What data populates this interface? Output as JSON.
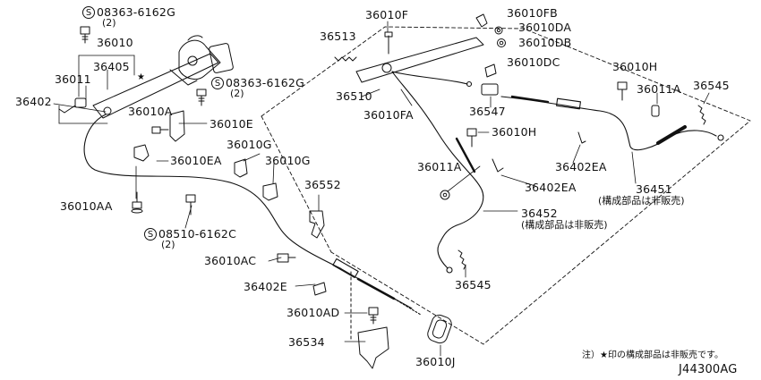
{
  "labels": {
    "l36010": "36010",
    "l36405": "36405",
    "l36011a": "36011",
    "l36402": "36402",
    "l36010a": "36010A",
    "l36010e": "36010E",
    "l36010ea": "36010EA",
    "l36010g1": "36010G",
    "l36010g2": "36010G",
    "l36010aa": "36010AA",
    "l36552": "36552",
    "l36010ac": "36010AC",
    "l36402e": "36402E",
    "l36010ad": "36010AD",
    "l36534": "36534",
    "l36010j": "36010J",
    "l36010f": "36010F",
    "l36513": "36513",
    "l36510": "36510",
    "l36010fa": "36010FA",
    "l36010fb": "36010FB",
    "l36010da": "36010DA",
    "l36010db": "36010DB",
    "l36010dc": "36010DC",
    "l36547": "36547",
    "l36010h1": "36010H",
    "l36010h2": "36010H",
    "l36011b": "36011A",
    "l36011c": "36011A",
    "l36545a": "36545",
    "l36545b": "36545",
    "l36402ea1": "36402EA",
    "l36402ea2": "36402EA",
    "l36451": "36451",
    "l36452": "36452"
  },
  "bolt_codes": {
    "b1_code": "08363-6162G",
    "b1_qty": "(2)",
    "b2_code": "08363-6162G",
    "b2_qty": "(2)",
    "b3_code": "08510-6162C",
    "b3_qty": "(2)",
    "s_symbol": "S"
  },
  "notes": {
    "not_sold_1": "(構成部品は非販売)",
    "not_sold_2": "(構成部品は非販売)",
    "footnote": "注）★印の構成部品は非販売です。",
    "star": "★",
    "diagram_id": "J44300AG"
  },
  "colors": {
    "line": "#111111",
    "background": "#ffffff"
  }
}
